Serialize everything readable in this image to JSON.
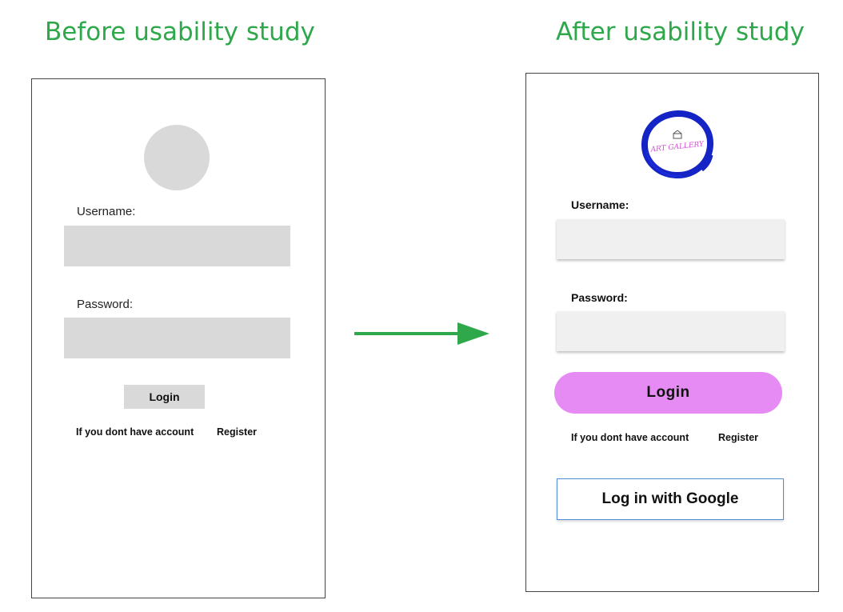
{
  "headings": {
    "before": "Before usability study",
    "after": "After usability study"
  },
  "before_screen": {
    "username_label": "Username:",
    "password_label": "Password:",
    "login_label": "Login",
    "no_account_text": "If you dont have account",
    "register_label": "Register"
  },
  "after_screen": {
    "logo_text": "ART GALLERY",
    "username_label": "Username:",
    "password_label": "Password:",
    "login_label": "Login",
    "no_account_text": "If you dont have account",
    "register_label": "Register",
    "google_label": "Log in with Google"
  },
  "colors": {
    "heading": "#2ea84a",
    "arrow": "#2ea84a",
    "login_after": "#e68af4",
    "placeholder_gray": "#d9d9d9",
    "logo_ring": "#1524c4",
    "logo_text": "#d24fd6"
  },
  "icons": {
    "logo": "art-gallery-logo",
    "arrow": "right-arrow-icon"
  }
}
